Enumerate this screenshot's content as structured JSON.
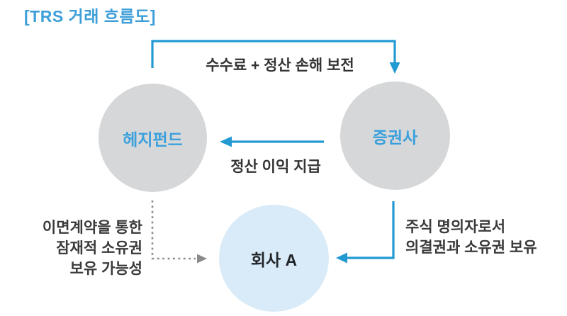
{
  "title": "[TRS 거래 흐름도]",
  "nodes": {
    "hedge_fund": {
      "label": "헤지펀드"
    },
    "securities_firm": {
      "label": "증권사"
    },
    "company_a": {
      "label": "회사 A"
    }
  },
  "flows": {
    "fee_compensation": {
      "label": "수수료 + 정산 손해 보전",
      "from": "헤지펀드",
      "to": "증권사",
      "style": "solid-bracket"
    },
    "settlement_profit": {
      "label": "정산 이익 지급",
      "from": "증권사",
      "to": "헤지펀드",
      "style": "solid"
    },
    "side_contract": {
      "label_lines": [
        "이면계약을 통한",
        "잠재적 소유권",
        "보유 가능성"
      ],
      "from": "헤지펀드",
      "to": "회사 A",
      "style": "dotted"
    },
    "nominee_rights": {
      "label_lines": [
        "주식 명의자로서",
        "의결권과 소유권 보유"
      ],
      "from": "증권사",
      "to": "회사 A",
      "style": "solid"
    }
  },
  "colors": {
    "accent_blue": "#2399D2",
    "title_blue": "#3E9FD8",
    "node_gray": "#D5D7D9",
    "node_light_blue": "#D9EBF8",
    "node_label_blue": "#3BA0DC",
    "text_dark": "#343434",
    "dotted_gray": "#8A8A8A"
  }
}
